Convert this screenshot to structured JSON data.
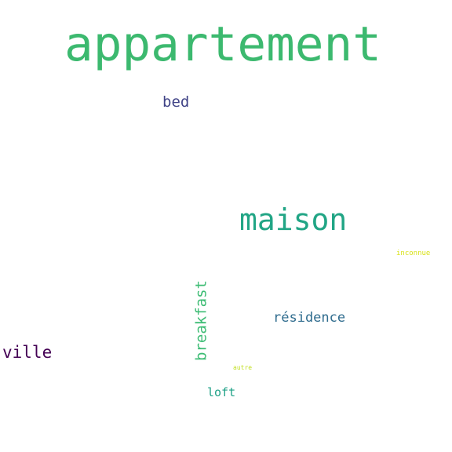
{
  "words": [
    {
      "id": "appartement",
      "text": "appartement",
      "color": "#3cb96f"
    },
    {
      "id": "bed",
      "text": "bed",
      "color": "#414487"
    },
    {
      "id": "maison",
      "text": "maison",
      "color": "#21a585"
    },
    {
      "id": "inconnue",
      "text": "inconnue",
      "color": "#d8e219"
    },
    {
      "id": "residence",
      "text": "résidence",
      "color": "#2f6c8e"
    },
    {
      "id": "ville",
      "text": "ville",
      "color": "#440154"
    },
    {
      "id": "breakfast",
      "text": "breakfast",
      "color": "#3dbc74"
    },
    {
      "id": "autre",
      "text": "autre",
      "color": "#c2df23"
    },
    {
      "id": "loft",
      "text": "loft",
      "color": "#1fa187"
    }
  ]
}
